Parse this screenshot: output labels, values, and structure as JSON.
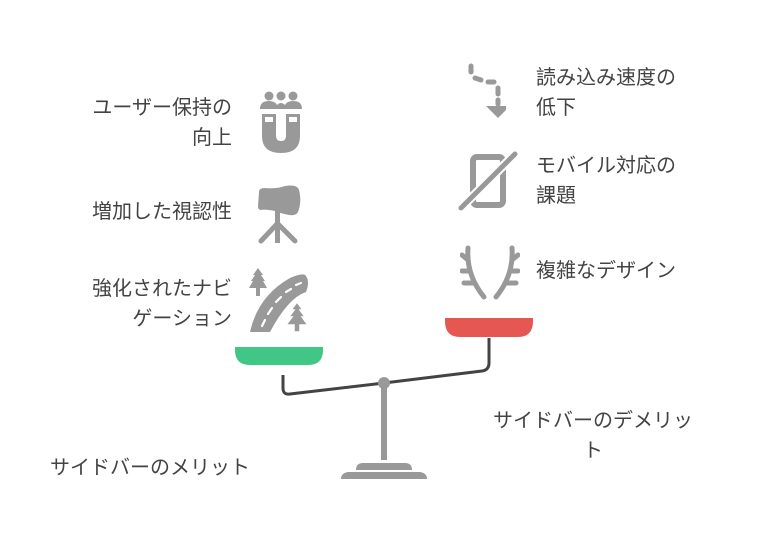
{
  "diagram": {
    "type": "balance-scale comparison",
    "colors": {
      "pros_pan": "#40C685",
      "cons_pan": "#E55753",
      "icon_gray": "#999999",
      "beam": "#434343",
      "text": "#434343"
    },
    "pros": {
      "title": "サイドバーのメリット",
      "items": [
        {
          "label_line1": "ユーザー保持の",
          "label_line2": "向上",
          "icon": "magnet-users-icon"
        },
        {
          "label_line1": "増加した視認性",
          "label_line2": "",
          "icon": "telescope-icon"
        },
        {
          "label_line1": "強化されたナビ",
          "label_line2": "ゲーション",
          "icon": "road-trees-icon"
        }
      ]
    },
    "cons": {
      "title_line1": "サイドバーのデメリッ",
      "title_line2": "ト",
      "items": [
        {
          "label_line1": "読み込み速度の",
          "label_line2": "低下",
          "icon": "dotted-arrow-down-icon"
        },
        {
          "label_line1": "モバイル対応の",
          "label_line2": "課題",
          "icon": "mobile-off-icon"
        },
        {
          "label_line1": "複雑なデザイン",
          "label_line2": "",
          "icon": "antlers-icon"
        }
      ]
    }
  }
}
